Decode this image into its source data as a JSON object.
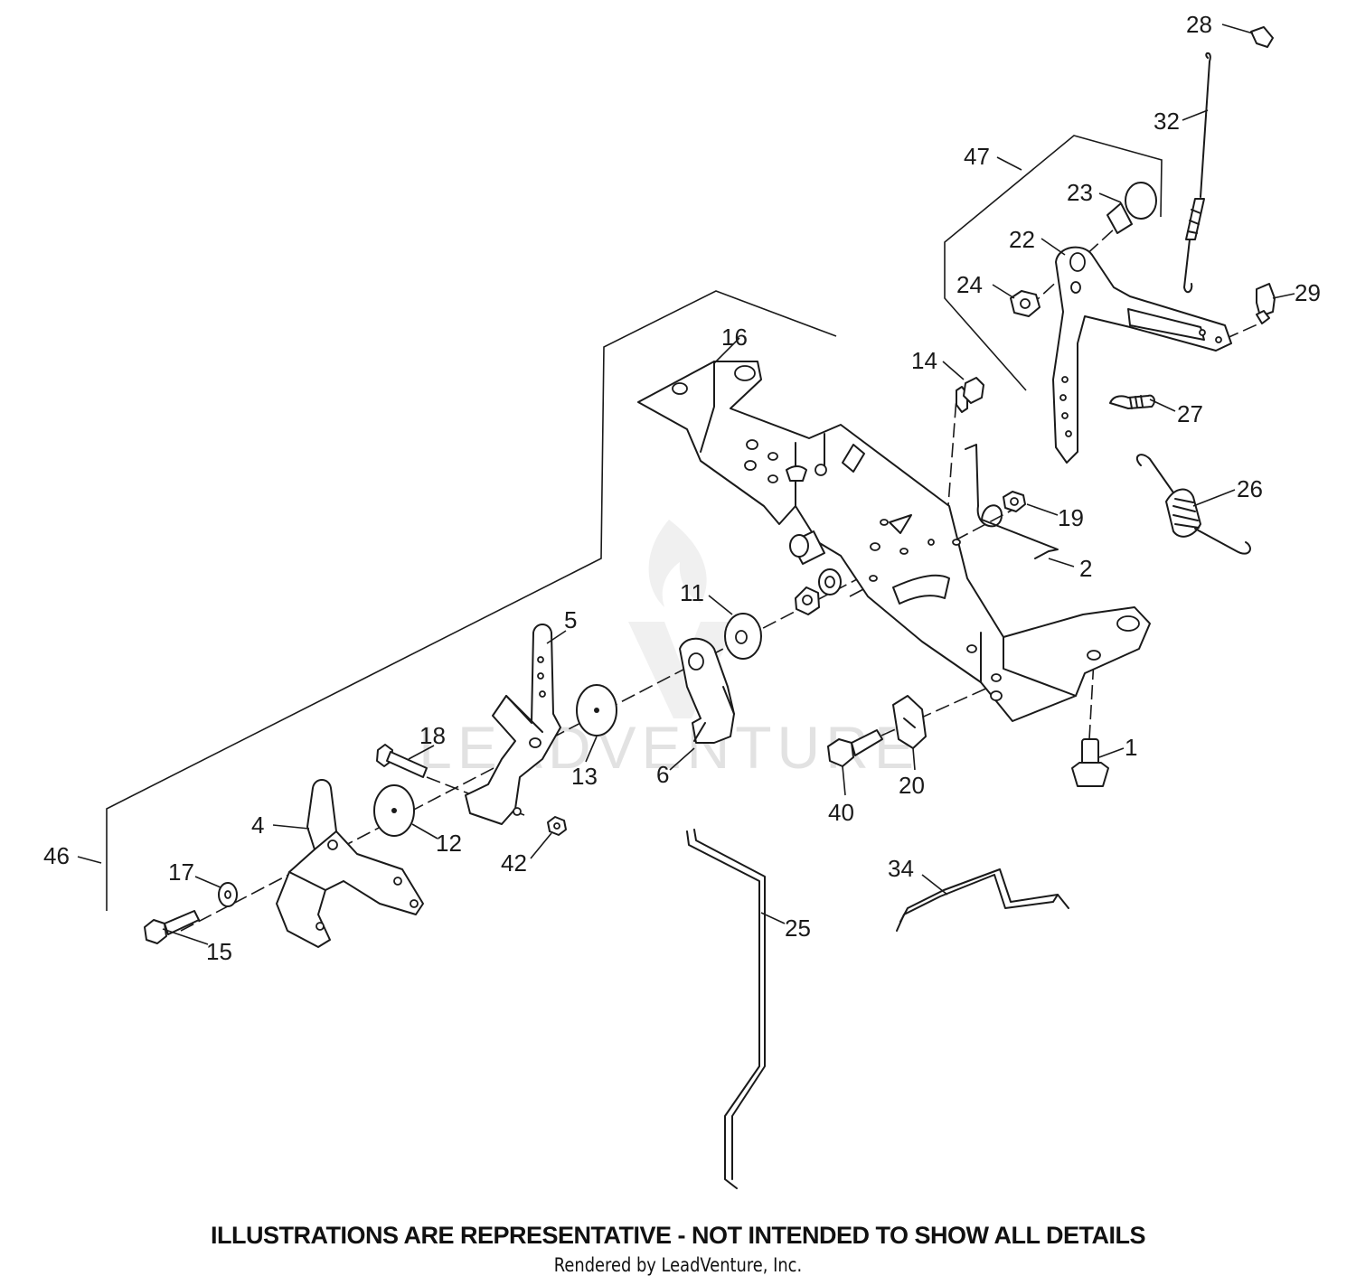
{
  "diagram": {
    "watermark_text": "LEADVENTURE",
    "watermark_icon": "flame-v-logo-icon",
    "callouts": {
      "c1": "1",
      "c2": "2",
      "c4": "4",
      "c5": "5",
      "c6": "6",
      "c11": "11",
      "c12": "12",
      "c13": "13",
      "c14": "14",
      "c15": "15",
      "c16": "16",
      "c17": "17",
      "c18": "18",
      "c19": "19",
      "c20": "20",
      "c22": "22",
      "c23": "23",
      "c24": "24",
      "c25": "25",
      "c26": "26",
      "c27": "27",
      "c28": "28",
      "c29": "29",
      "c32": "32",
      "c34": "34",
      "c40": "40",
      "c42": "42",
      "c46": "46",
      "c47": "47"
    }
  },
  "footer": {
    "disclaimer": "ILLUSTRATIONS ARE REPRESENTATIVE - NOT INTENDED TO SHOW ALL DETAILS",
    "rendered_by": "Rendered by LeadVenture, Inc."
  }
}
